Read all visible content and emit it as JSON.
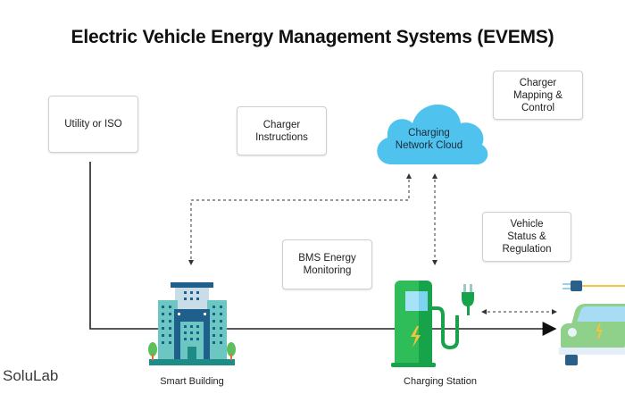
{
  "title": "Electric Vehicle Energy Management Systems (EVEMS)",
  "boxes": {
    "utility": "Utility or ISO",
    "charger_instructions": "Charger\nInstructions",
    "charger_mapping": "Charger\nMapping &\nControl",
    "bms": "BMS Energy\nMonitoring",
    "vehicle_status": "Vehicle\nStatus &\nRegulation"
  },
  "cloud": {
    "label": "Charging\nNetwork Cloud",
    "color": "#4fc3ee"
  },
  "icons": {
    "building": {
      "name": "building-icon",
      "label": "Smart Building"
    },
    "station": {
      "name": "charging-station-icon",
      "label": "Charging Station"
    },
    "vehicle": {
      "name": "electric-car-icon"
    }
  },
  "colors": {
    "building_teal": "#6cc7c3",
    "building_navy": "#1f5f8b",
    "station_green": "#2ebd59",
    "station_dark_green": "#16a34a",
    "car_green": "#8fd08a",
    "bolt_yellow": "#f6c23e",
    "cable_yellow": "#f5c542"
  },
  "brand": "SoluLab"
}
